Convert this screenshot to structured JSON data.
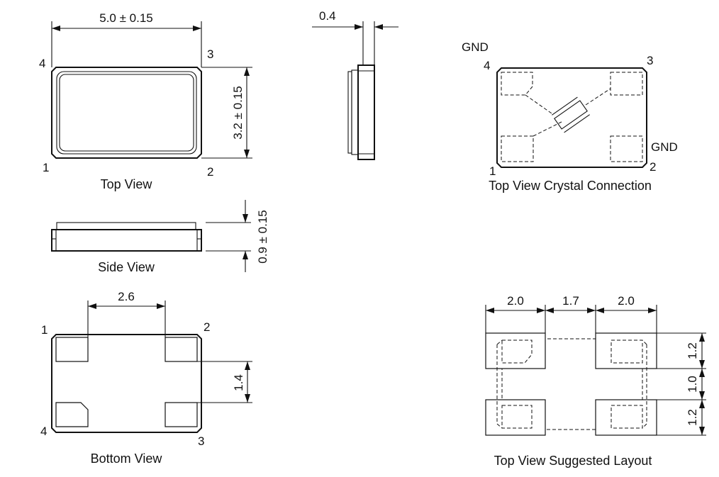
{
  "top_view": {
    "width_dim": "5.0 ± 0.15",
    "height_dim": "3.2 ± 0.15",
    "pin1": "1",
    "pin2": "2",
    "pin3": "3",
    "pin4": "4",
    "caption": "Top View"
  },
  "end_view": {
    "pad_dim": "0.4"
  },
  "side_view": {
    "thickness_dim": "0.9 ± 0.15",
    "caption": "Side View"
  },
  "bottom_view": {
    "pad_pitch_dim": "2.6",
    "pad_height_dim": "1.4",
    "pin1": "1",
    "pin2": "2",
    "pin3": "3",
    "pin4": "4",
    "caption": "Bottom View"
  },
  "crystal_connection": {
    "gnd_top": "GND",
    "gnd_right": "GND",
    "pin1": "1",
    "pin2": "2",
    "pin3": "3",
    "pin4": "4",
    "caption": "Top View Crystal Connection"
  },
  "suggested_layout": {
    "pad_width_left": "2.0",
    "gap": "1.7",
    "pad_width_right": "2.0",
    "pad_height_top": "1.2",
    "gap_vertical": "1.0",
    "pad_height_bottom": "1.2",
    "caption": "Top View Suggested Layout"
  }
}
